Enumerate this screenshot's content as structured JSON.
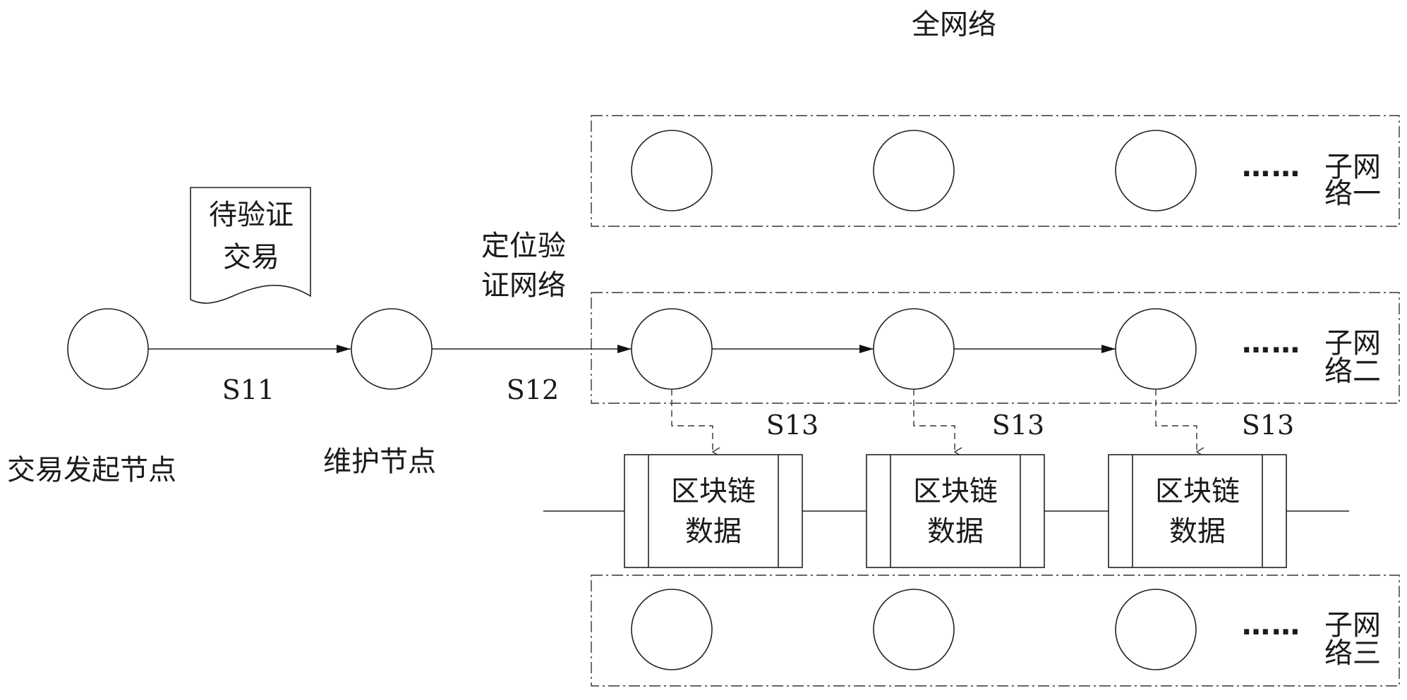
{
  "title": "全网络",
  "document_node": {
    "line1": "待验证",
    "line2": "交易"
  },
  "locate_label": {
    "line1": "定位验",
    "line2": "证网络"
  },
  "nodes": {
    "initiator": "交易发起节点",
    "maintainer": "维护节点"
  },
  "steps": {
    "s11": "S11",
    "s12": "S12",
    "s13": "S13"
  },
  "subnets": [
    {
      "line1": "子网",
      "line2": "络一",
      "ellipsis": "……"
    },
    {
      "line1": "子网",
      "line2": "络二",
      "ellipsis": "……"
    },
    {
      "line1": "子网",
      "line2": "络三",
      "ellipsis": "……"
    }
  ],
  "blocks": [
    {
      "line1": "区块链",
      "line2": "数据"
    },
    {
      "line1": "区块链",
      "line2": "数据"
    },
    {
      "line1": "区块链",
      "line2": "数据"
    }
  ]
}
